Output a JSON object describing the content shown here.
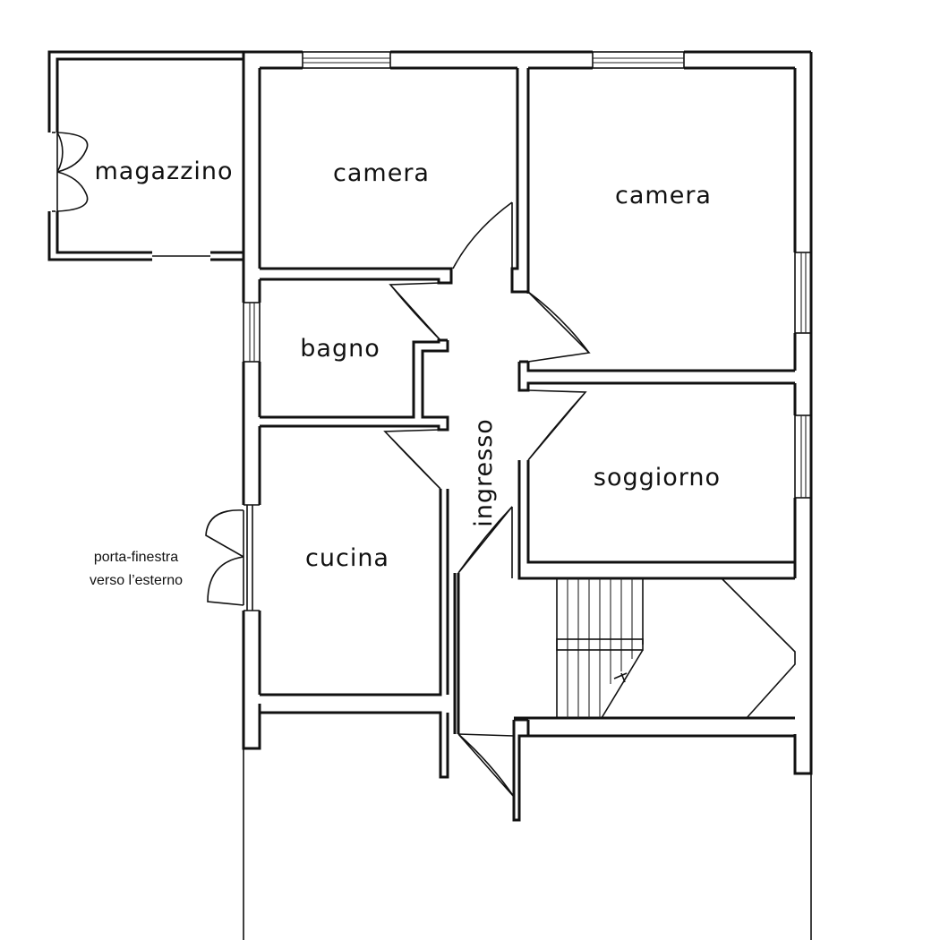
{
  "rooms": {
    "magazzino": "magazzino",
    "camera_left": "camera",
    "camera_right": "camera",
    "bagno": "bagno",
    "ingresso": "ingresso",
    "soggiorno": "soggiorno",
    "cucina": "cucina"
  },
  "annotations": {
    "exterior_door_line1": "porta-finestra",
    "exterior_door_line2": "verso l’esterno"
  },
  "colors": {
    "line": "#111111",
    "background": "#ffffff"
  }
}
